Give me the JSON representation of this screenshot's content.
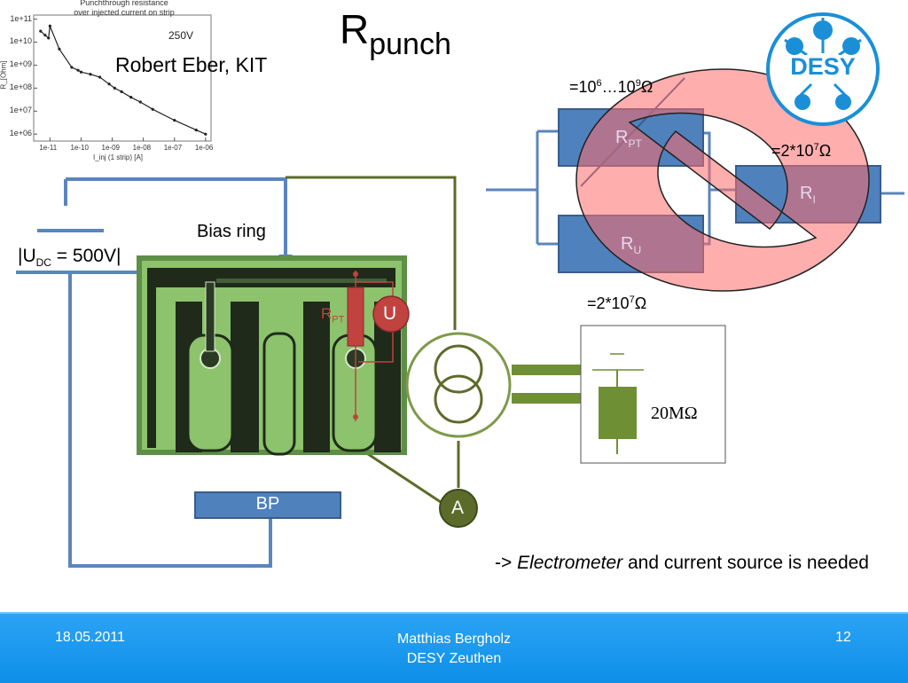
{
  "slide": {
    "title_main": "R",
    "title_sub": "punch",
    "author": "Robert Eber, KIT",
    "bias_ring": "Bias ring",
    "udc_pre": "|U",
    "udc_sub": "DC",
    "udc_post": " = 500V|",
    "bp_label": "BP",
    "ammeter": "A",
    "voltmeter": "U",
    "rpt_chip_main": "R",
    "rpt_chip_sub": "PT",
    "resistor_value": "20MΩ",
    "note_arrow": "-> ",
    "note_em": "Electrometer",
    "note_rest": " and current source is needed"
  },
  "schematic": {
    "rpt_main": "R",
    "rpt_sub": "PT",
    "ru_main": "R",
    "ru_sub": "U",
    "ri_main": "R",
    "ri_sub": "I",
    "eq_top_pre": "=10",
    "eq_top_exp1": "6",
    "eq_top_mid": "…10",
    "eq_top_exp2": "9",
    "eq_top_unit": "Ω",
    "eq_ri_pre": "=2*10",
    "eq_ri_exp": "7",
    "eq_ri_unit": "Ω",
    "eq_ru_pre": "=2*10",
    "eq_ru_exp": "7",
    "eq_ru_unit": "Ω"
  },
  "logo": {
    "text": "DESY"
  },
  "plot": {
    "title_line1": "Punchthrough resistance",
    "title_line2": "over injected current on strip",
    "annotation": "250V",
    "ylabel": "R_[Ohm]",
    "xlabel": "I_inj (1 strip) [A]",
    "yticks": [
      "1e+11",
      "1e+10",
      "1e+09",
      "1e+08",
      "1e+07",
      "1e+06"
    ],
    "xticks": [
      "1e-11",
      "1e-10",
      "1e-09",
      "1e-08",
      "1e-07",
      "1e-06"
    ]
  },
  "chart_data": {
    "type": "line",
    "title": "Punchthrough resistance over injected current on strip",
    "xlabel": "I_inj (1 strip) [A]",
    "ylabel": "R_[Ohm]",
    "xscale": "log",
    "yscale": "log",
    "xlim": [
      3e-12,
      1.5e-06
    ],
    "ylim": [
      500000.0,
      150000000000.0
    ],
    "series": [
      {
        "name": "250V",
        "x": [
          5e-12,
          7e-12,
          9e-12,
          1e-11,
          2e-11,
          5e-11,
          8e-11,
          1e-10,
          2e-10,
          4e-10,
          8e-10,
          1.2e-09,
          2e-09,
          4e-09,
          8e-09,
          2e-08,
          1e-07,
          5e-07,
          1e-06
        ],
        "y": [
          30000000000.0,
          20000000000.0,
          15000000000.0,
          50000000000.0,
          5000000000.0,
          800000000.0,
          600000000.0,
          500000000.0,
          400000000.0,
          300000000.0,
          150000000.0,
          100000000.0,
          70000000.0,
          40000000.0,
          25000000.0,
          12000000.0,
          4000000.0,
          1500000.0,
          1000000.0
        ]
      }
    ]
  },
  "footer": {
    "date": "18.05.2011",
    "author_line1": "Matthias Bergholz",
    "author_line2": "DESY Zeuthen",
    "page": "12"
  }
}
